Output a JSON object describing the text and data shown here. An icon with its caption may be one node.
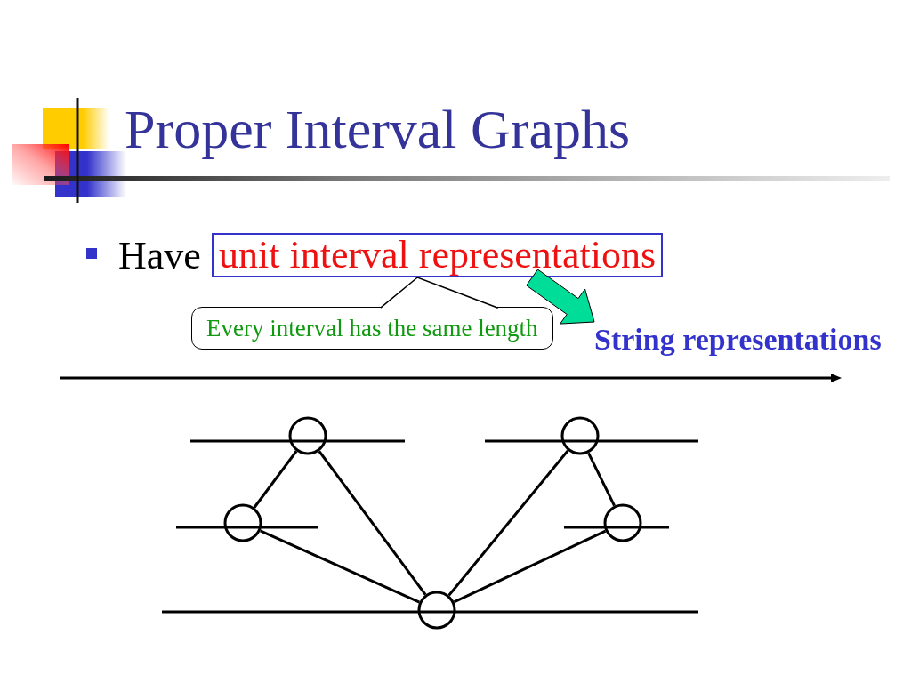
{
  "diagram": {
    "title": "Proper Interval Graphs",
    "nodes": [
      {
        "text": [
          "unit interval representations"
        ]
      },
      {
        "text": [
          "Every interval has the same length"
        ]
      },
      {
        "text": [
          "String representations"
        ]
      },
      {
        "text": [],
        "shape": "circle"
      },
      {
        "text": [],
        "shape": "circle"
      },
      {
        "text": [],
        "shape": "circle"
      },
      {
        "text": [],
        "shape": "circle"
      },
      {
        "text": [],
        "shape": "circle"
      }
    ],
    "edges": [
      {
        "from": 1,
        "to": 0,
        "arrow": "none"
      },
      {
        "from": 0,
        "to": 2,
        "arrow": "to",
        "style": "thick",
        "color": "#00dd99"
      },
      {
        "from": 3,
        "to": 4,
        "arrow": "none"
      },
      {
        "from": 3,
        "to": 5,
        "arrow": "none"
      },
      {
        "from": 4,
        "to": 5,
        "arrow": "none"
      },
      {
        "from": 5,
        "to": 6,
        "arrow": "none"
      },
      {
        "from": 5,
        "to": 7,
        "arrow": "none"
      },
      {
        "from": 6,
        "to": 7,
        "arrow": "none"
      }
    ],
    "labels": [
      "Have"
    ]
  }
}
